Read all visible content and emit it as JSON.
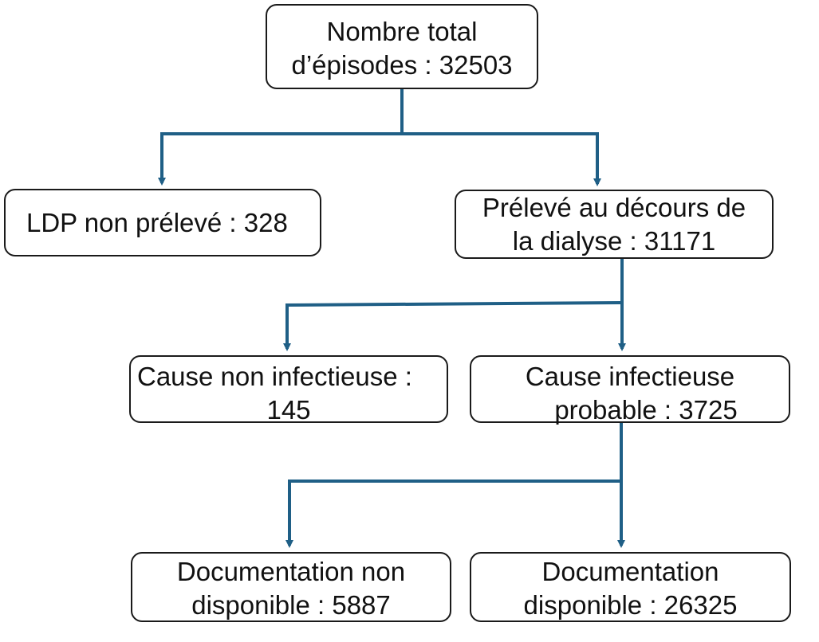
{
  "diagram": {
    "root": {
      "line1": "Nombre total",
      "line2": "d’épisodes : 32503"
    },
    "ldp_non_preleve": {
      "line1": "LDP non prélevé : 328"
    },
    "preleve": {
      "line1": "Prélevé au décours de",
      "line2": "la dialyse : 31171"
    },
    "cause_non_infectieuse": {
      "line1": "Cause non infectieuse :",
      "line2": "145"
    },
    "cause_infectieuse": {
      "line1": "Cause infectieuse",
      "line2": "probable : 3725"
    },
    "doc_non_disponible": {
      "line1": "Documentation non",
      "line2": "disponible : 5887"
    },
    "doc_disponible": {
      "line1": "Documentation",
      "line2": "disponible : 26325"
    }
  },
  "colors": {
    "connector": "#1f5f86",
    "box_border": "#1a1a1a",
    "text": "#111111"
  }
}
